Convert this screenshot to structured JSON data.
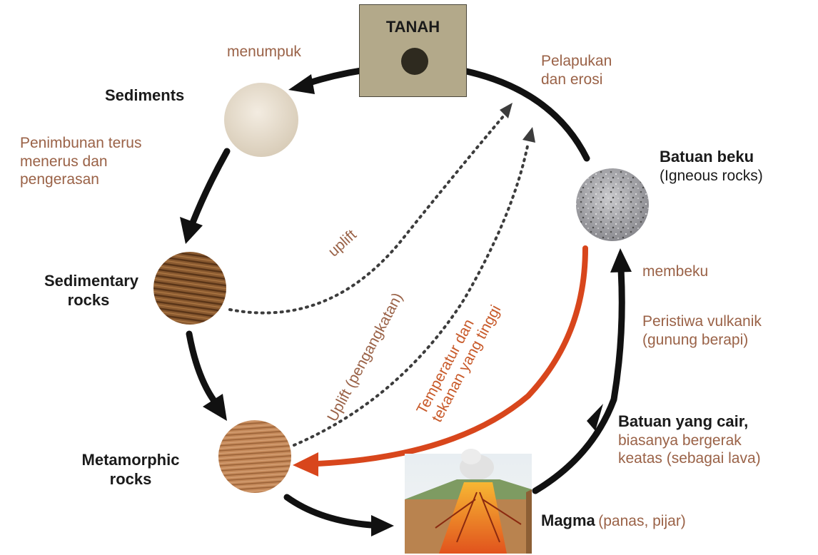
{
  "tanah": {
    "label": "TANAH"
  },
  "nodes": {
    "sediments": "Sediments",
    "sedimentary": {
      "line1": "Sedimentary",
      "line2": "rocks"
    },
    "metamorphic": {
      "line1": "Metamorphic",
      "line2": "rocks"
    },
    "igneous": {
      "line1": "Batuan beku",
      "line2": "(Igneous rocks)"
    },
    "magma": {
      "title": "Magma",
      "detail": "(panas, pijar)"
    }
  },
  "processes": {
    "menumpuk": "menumpuk",
    "pelapukan": {
      "line1": "Pelapukan",
      "line2": "dan erosi"
    },
    "penimbunan": {
      "line1": "Penimbunan terus",
      "line2": "menerus dan",
      "line3": "pengerasan"
    },
    "uplift": "uplift",
    "uplift_pengangkatan": "Uplift (pengangkatan)",
    "temperatur": {
      "line1": "Temperatur dan",
      "line2": "tekanan yang tinggi"
    },
    "membeku": "membeku",
    "vulkanik": {
      "line1": "Peristiwa vulkanik",
      "line2": "(gunung berapi)"
    },
    "batuan_cair": {
      "title": "Batuan yang cair,",
      "line2": "biasanya bergerak",
      "line3": "keatas (sebagai lava)"
    }
  },
  "colors": {
    "black_arrow": "#111111",
    "red_arrow": "#d8461c",
    "dotted_arrow": "#3c3c3c",
    "process_text": "#9a6247",
    "tanah_box": "#b3a98a"
  },
  "icons": [
    "sediment-circle",
    "sedimentary-rock-circle",
    "metamorphic-rock-circle",
    "igneous-rock-circle",
    "volcano-illustration"
  ]
}
